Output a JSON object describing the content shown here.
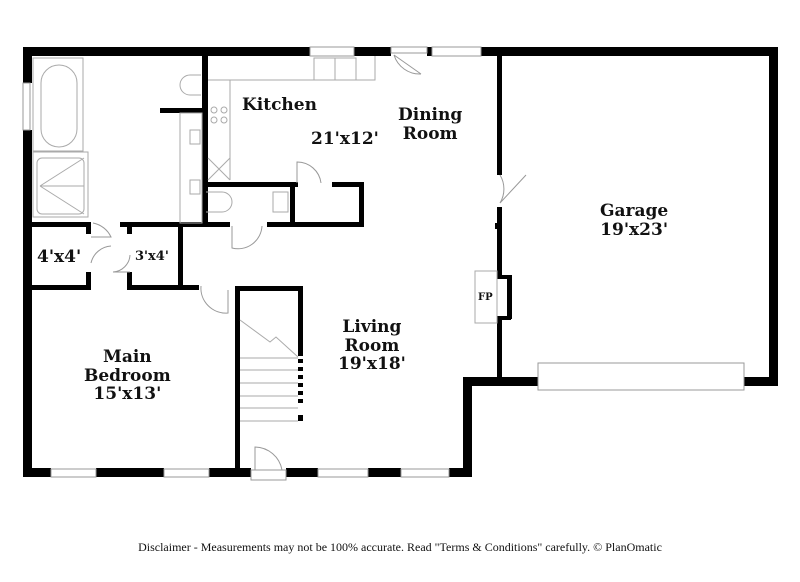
{
  "floorplan": {
    "rooms": [
      {
        "id": "kitchen",
        "name": "Kitchen",
        "dims": ""
      },
      {
        "id": "kitchen-dims",
        "name": "",
        "dims": "21'x12'"
      },
      {
        "id": "dining",
        "name_line1": "Dining",
        "name_line2": "Room"
      },
      {
        "id": "garage",
        "name": "Garage",
        "dims": "19'x23'"
      },
      {
        "id": "living",
        "name_line1": "Living",
        "name_line2": "Room",
        "dims": "19'x18'"
      },
      {
        "id": "main-bedroom",
        "name_line1": "Main",
        "name_line2": "Bedroom",
        "dims": "15'x13'"
      },
      {
        "id": "closet-1",
        "dims": "4'x4'"
      },
      {
        "id": "closet-2",
        "dims": "3'x4'"
      }
    ],
    "fireplace_label": "FP",
    "wall_color": "#000000",
    "fixture_color": "#999999"
  },
  "footer": {
    "disclaimer": "Disclaimer - Measurements may not be 100% accurate. Read \"Terms & Conditions\" carefully. © PlanOmatic"
  }
}
